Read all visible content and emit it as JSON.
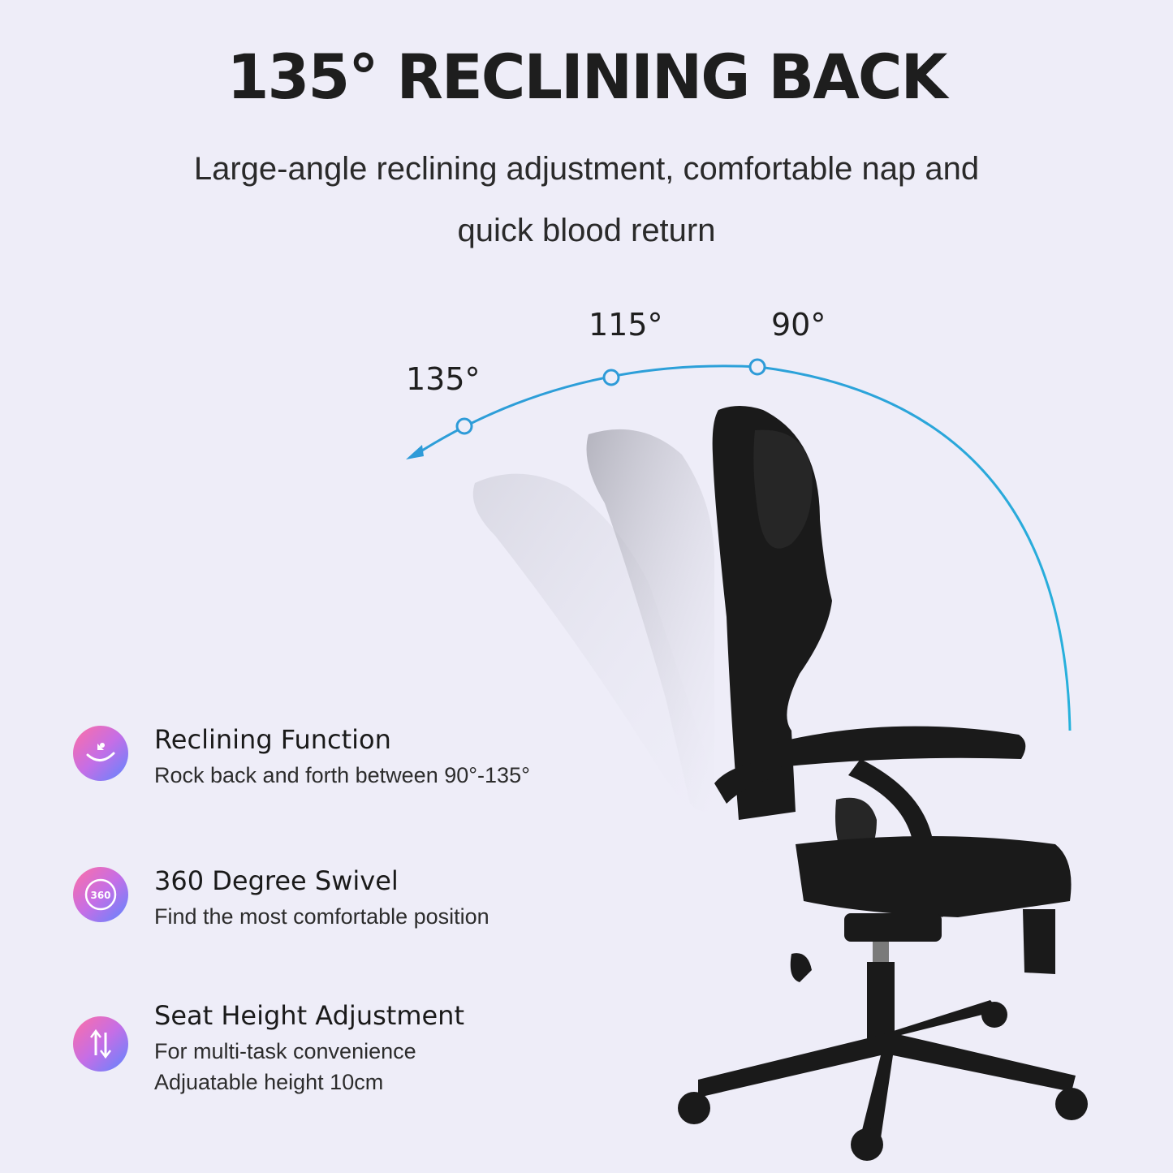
{
  "headline": "135° RECLINING BACK",
  "subtitle": {
    "line1": "Large-angle reclining adjustment, comfortable nap and",
    "line2": "quick blood return"
  },
  "angles": {
    "a135": "135°",
    "a115": "115°",
    "a90": "90°"
  },
  "features": [
    {
      "title": "Reclining Function",
      "description": "Rock back and forth between 90°-135°",
      "icon": "recline-icon"
    },
    {
      "title": "360 Degree Swivel",
      "description": "Find the most comfortable position",
      "icon": "swivel-360-icon",
      "icon_text": "360"
    },
    {
      "title": "Seat Height Adjustment",
      "description": "For multi-task convenience",
      "description2": "Adjuatable height 10cm",
      "icon": "height-adjust-icon"
    }
  ],
  "colors": {
    "background": "#eeedf8",
    "arc": "#29a3d6",
    "chair": "#1a1a1a",
    "text": "#1e1e1e"
  }
}
